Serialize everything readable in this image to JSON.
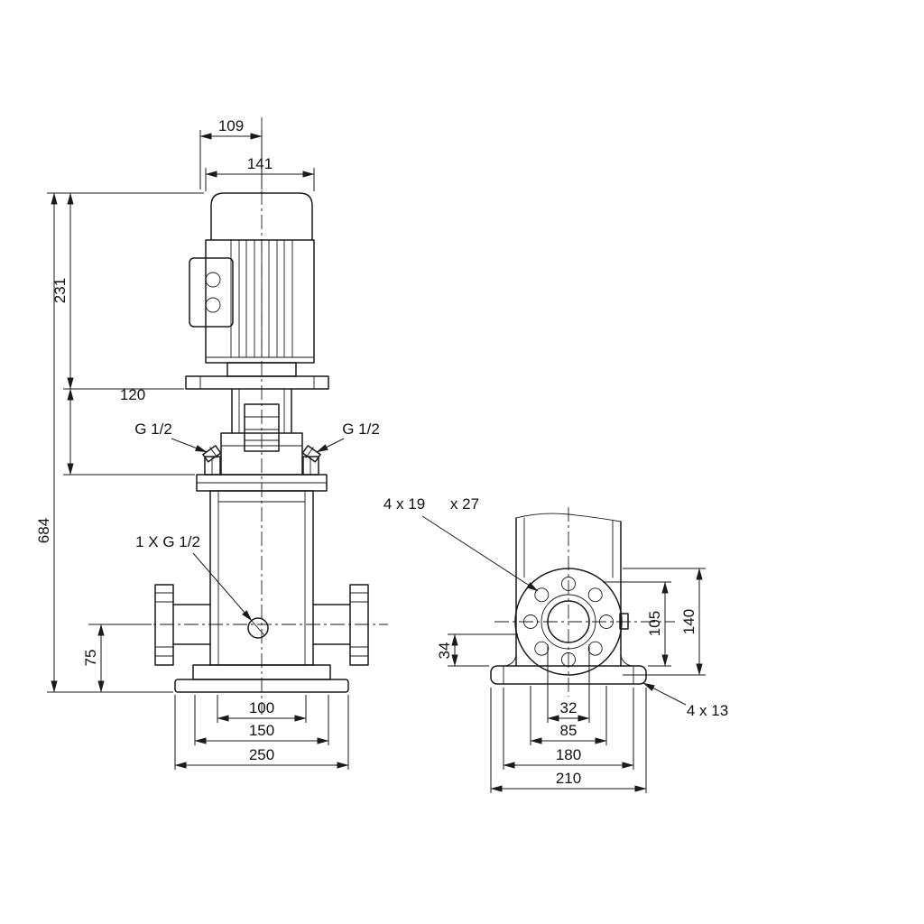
{
  "front_view": {
    "dim_109": "109",
    "dim_141": "141",
    "dim_231": "231",
    "dim_120": "120",
    "dim_684": "684",
    "dim_75": "75",
    "plug_left": "G 1/2",
    "plug_right": "G 1/2",
    "drain_plug": "1 X G 1/2",
    "dim_100": "100",
    "dim_150": "150",
    "dim_250": "250"
  },
  "side_view": {
    "flange_holes_a": "4 x 19",
    "flange_holes_b": "x 27",
    "dim_34": "34",
    "dim_105": "105",
    "dim_140": "140",
    "dim_32": "32",
    "dim_85": "85",
    "dim_180": "180",
    "dim_210": "210",
    "base_holes": "4 x 13"
  },
  "colors": {
    "line": "#1a1a1a",
    "background": "#ffffff"
  }
}
